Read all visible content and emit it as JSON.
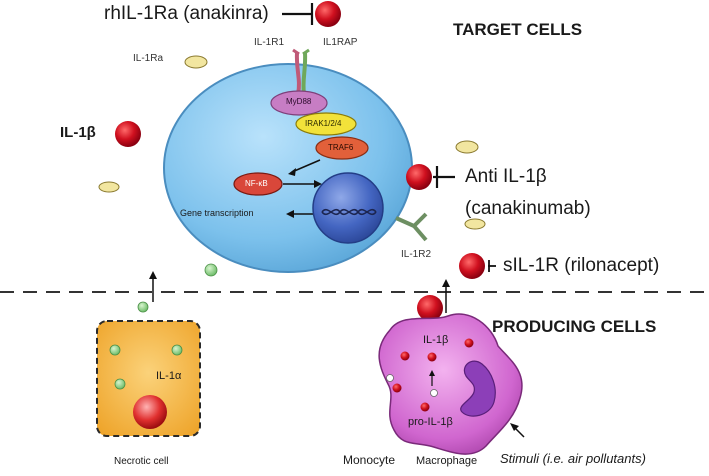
{
  "labels": {
    "anakinra": "rhIL-1Ra (anakinra)",
    "target_cells": "TARGET CELLS",
    "il1r1": "IL-1R1",
    "il1rap": "IL1RAP",
    "il1ra": "IL-1Ra",
    "il1b_left": "IL-1β",
    "myd88": "MyD88",
    "irak": "IRAK1/2/4",
    "traf6": "TRAF6",
    "nfkb": "NF-κB",
    "gene_transcription": "Gene transcription",
    "anti_il1b_line1": "Anti IL-1β",
    "anti_il1b_line2": "(canakinumab)",
    "il1r2": "IL-1R2",
    "rilonacept": "sIL-1R (rilonacept)",
    "producing_cells": "PRODUCING CELLS",
    "il1a": "IL-1α",
    "necrotic_cell": "Necrotic cell",
    "il1b_inner": "IL-1β",
    "pro_il1b": "pro-IL-1β",
    "monocyte": "Monocyte",
    "macrophage": "Macrophage",
    "stimuli": "Stimuli (i.e. air pollutants)"
  },
  "colors": {
    "il1b_ball": "#c8102e",
    "il1ra_ellipse": "#f2e6a0",
    "target_cell": "#7fc3ee",
    "nucleus": "#3b5fb8",
    "myd88": "#c77dc4",
    "irak": "#f2e23a",
    "traf6": "#e2603a",
    "nfkb": "#d9473a",
    "necrotic_cell": "#f3b53f",
    "il1a_ball": "#8fd08c",
    "macrophage": "#cf5fcf"
  }
}
